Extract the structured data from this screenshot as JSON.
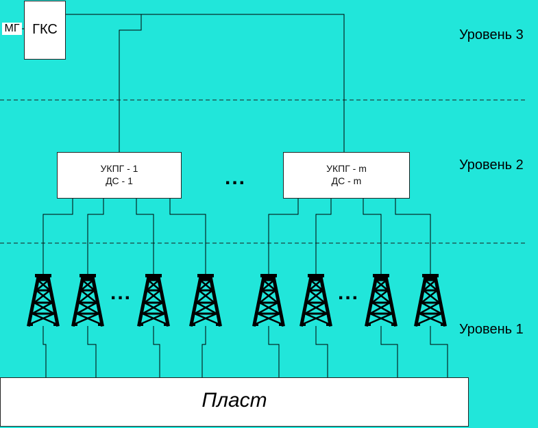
{
  "diagram": {
    "colors": {
      "background": "#21e6da",
      "box_fill": "#ffffff",
      "line": "#000000",
      "derrick": "#000000"
    },
    "mg_label": "МГ",
    "gks_label": "ГКС",
    "ukpg_groups": [
      {
        "line1": "УКПГ - 1",
        "line2": "ДС - 1"
      },
      {
        "line1": "УКПГ - m",
        "line2": "ДС - m"
      }
    ],
    "group_ellipsis": "...",
    "well_ellipsis": [
      "...",
      "..."
    ],
    "plast_label": "Пласт",
    "levels": [
      "Уровень 3",
      "Уровень 2",
      "Уровень 1"
    ],
    "wells_per_group": 4,
    "icons": {
      "well": "oil-derrick-icon"
    }
  }
}
